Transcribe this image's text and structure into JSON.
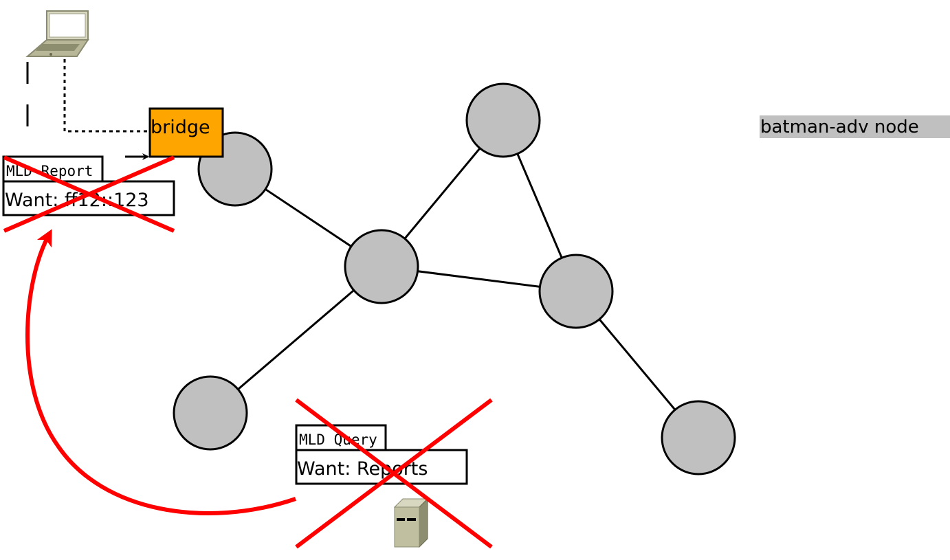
{
  "labels": {
    "bridge": "bridge",
    "legend": "batman-adv node",
    "report_title": "MLD Report",
    "report_body": "Want: ff12::123",
    "query_title": "MLD Query",
    "query_body": "Want: Reports"
  },
  "colors": {
    "node_fill": "#c0c0c0",
    "bridge_fill": "#ffa500",
    "cross": "#ff0000",
    "legend_bg": "#c0c0c0"
  },
  "icons": {
    "client": "laptop-icon",
    "server": "server-icon"
  }
}
